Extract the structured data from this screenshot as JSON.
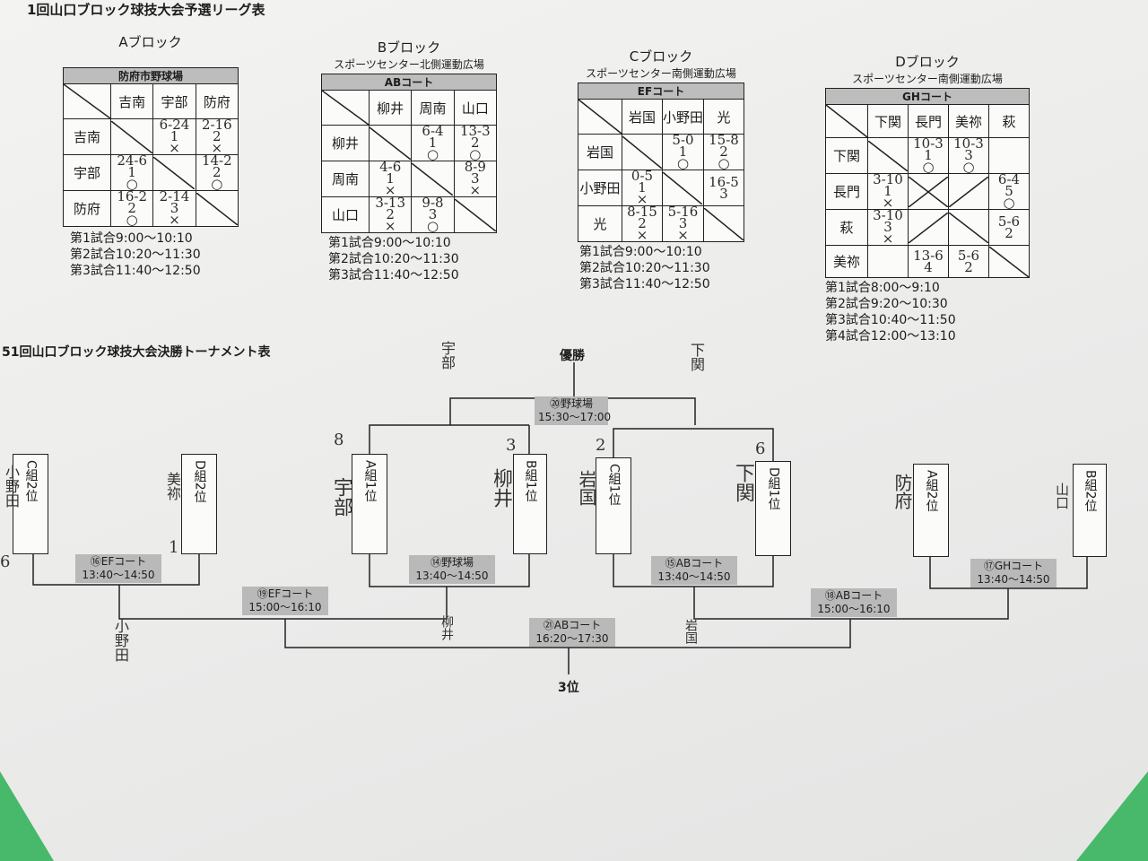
{
  "league_title": "1回山口ブロック球技大会予選リーグ表",
  "tournament_title": "51回山口ブロック球技大会決勝トーナメント表",
  "blocks": [
    {
      "name": "Aブロック",
      "location": "",
      "venue": "防府市野球場",
      "teams": [
        "吉南",
        "宇部",
        "防府"
      ],
      "cells": [
        [
          "",
          "6-24 1 ×",
          "2-16 2 ×"
        ],
        [
          "24-6 1 ○",
          "",
          "14-2 2 ○"
        ],
        [
          "16-2 2 ○",
          "2-14 3 ×",
          ""
        ]
      ],
      "schedule": [
        "第1試合9:00〜10:10",
        "第2試合10:20〜11:30",
        "第3試合11:40〜12:50"
      ]
    },
    {
      "name": "Bブロック",
      "location": "スポーツセンター北側運動広場",
      "venue": "ABコート",
      "teams": [
        "柳井",
        "周南",
        "山口"
      ],
      "cells": [
        [
          "",
          "6-4 1 ○",
          "13-3 2 ○"
        ],
        [
          "4-6 1 ×",
          "",
          "8-9 3 ×"
        ],
        [
          "3-13 2 ×",
          "9-8 3 ○",
          ""
        ]
      ],
      "schedule": [
        "第1試合9:00〜10:10",
        "第2試合10:20〜11:30",
        "第3試合11:40〜12:50"
      ]
    },
    {
      "name": "Cブロック",
      "location": "スポーツセンター南側運動広場",
      "venue": "EFコート",
      "teams": [
        "岩国",
        "小野田",
        "光"
      ],
      "cells": [
        [
          "",
          "5-0 1 ○",
          "15-8 2 ○"
        ],
        [
          "0-5 1 ×",
          "",
          "16-5 3"
        ],
        [
          "8-15 2 ×",
          "5-16 3 ×",
          ""
        ]
      ],
      "schedule": [
        "第1試合9:00〜10:10",
        "第2試合10:20〜11:30",
        "第3試合11:40〜12:50"
      ]
    },
    {
      "name": "Dブロック",
      "location": "スポーツセンター南側運動広場",
      "venue": "GHコート",
      "teams": [
        "下関",
        "長門",
        "美祢",
        "萩"
      ],
      "cells": [
        [
          "",
          "10-3 1 ○",
          "10-3 3 ○",
          ""
        ],
        [
          "3-10 1 ×",
          "",
          "",
          "6-4 5 ○"
        ],
        [
          "",
          "",
          "",
          "5-6 2"
        ],
        [
          "",
          "13-6 4",
          "",
          ""
        ]
      ],
      "row_labels": [
        "下関",
        "長門",
        "萩",
        "美祢"
      ],
      "schedule": [
        "第1試合8:00〜9:10",
        "第2試合9:20〜10:30",
        "第3試合10:40〜11:50",
        "第4試合12:00〜13:10"
      ]
    }
  ],
  "tournament": {
    "champion_label": "優勝",
    "third_label": "3位",
    "final_left_team": "宇部",
    "final_right_team": "下関",
    "slots": [
      {
        "label": "C組2位",
        "team": "小野田",
        "seed": "6"
      },
      {
        "label": "D組2位",
        "team": "美祢",
        "seed": "1"
      },
      {
        "label": "A組1位",
        "team": "宇部",
        "seed": "8"
      },
      {
        "label": "B組1位",
        "team": "柳井",
        "seed": "3"
      },
      {
        "label": "C組1位",
        "team": "岩国",
        "seed": "2"
      },
      {
        "label": "D組1位",
        "team": "下関",
        "seed": "6"
      },
      {
        "label": "A組2位",
        "team": "防府",
        "seed": ""
      },
      {
        "label": "B組2位",
        "team": "山口",
        "seed": ""
      }
    ],
    "courts": {
      "c16": "⑯EFコート\n13:40〜14:50",
      "c14": "⑭野球場\n13:40〜14:50",
      "c15": "⑮ABコート\n13:40〜14:50",
      "c17": "⑰GHコート\n13:40〜14:50",
      "c19": "⑲EFコート\n15:00〜16:10",
      "c18": "⑱ABコート\n15:00〜16:10",
      "c20": "⑳野球場\n15:30〜17:00",
      "c21": "㉑ABコート\n16:20〜17:30"
    },
    "loser_names": [
      "小野田",
      "柳井",
      "岩国"
    ]
  }
}
